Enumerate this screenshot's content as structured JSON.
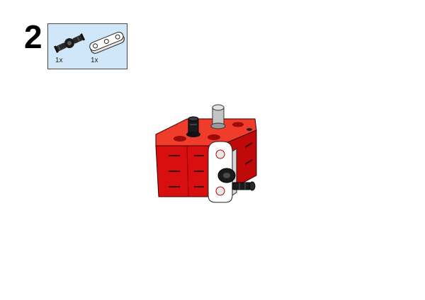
{
  "step": {
    "number": "2"
  },
  "parts_list": {
    "items": [
      {
        "name": "axle-pin-connector-icon",
        "count": "1x",
        "color": "#1b1b1b"
      },
      {
        "name": "beam-3-icon",
        "count": "1x",
        "color": "#ffffff"
      }
    ]
  },
  "model": {
    "primary_color": "#d90f0f",
    "accent_color": "#ffffff",
    "pin_color": "#1b1b1b",
    "axle_color": "#bdbdbd"
  }
}
